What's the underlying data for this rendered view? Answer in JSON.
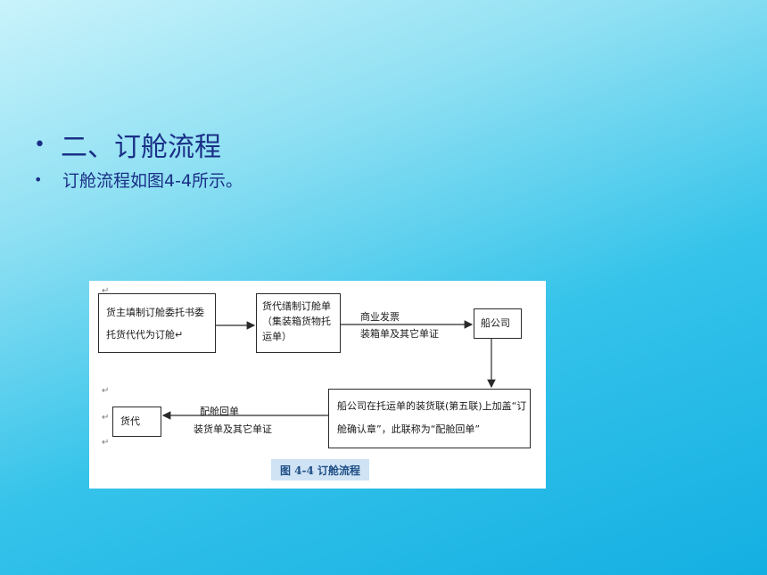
{
  "slide": {
    "heading": "二、订舱流程",
    "subtext": "订舱流程如图4-4所示。"
  },
  "diagram": {
    "box1": {
      "line1": "货主填制订舱委托书委",
      "line2": "托货代代为订舱"
    },
    "box2": {
      "line1": "货代缮制订舱单",
      "line2": "（集装箱货物托",
      "line3": "运单）"
    },
    "box3": {
      "line1": "船公司"
    },
    "box4": {
      "line1": "船公司在托运单的装货联(第五联)上加盖“订",
      "line2": "舱确认章”，此联称为“配舱回单”"
    },
    "box5": {
      "line1": "货代"
    },
    "arrow_labels": {
      "a2_line1": "商业发票",
      "a2_line2": "装箱单及其它单证",
      "a4_line1": "配舱回单",
      "a4_line2": "装货单及其它单证"
    },
    "return_mark": "↵",
    "caption": "图 4-4   订舱流程"
  },
  "colors": {
    "heading": "#1a2f86",
    "caption_bg": "#cfe3f5",
    "caption_text": "#1f4f86"
  }
}
